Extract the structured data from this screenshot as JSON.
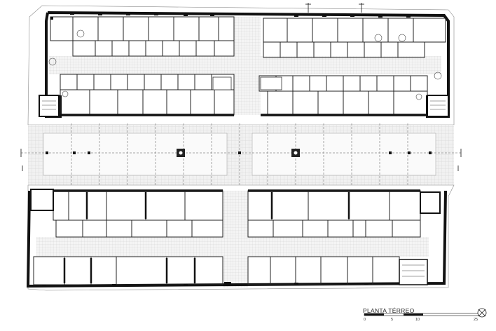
{
  "title": "PLANTA TÉRREO",
  "scale": {
    "ticks": [
      "0",
      "5",
      "10",
      "25"
    ]
  },
  "colors": {
    "wall": "#111111",
    "line": "#222222",
    "paving": "#e3e3e3",
    "grid": "#cfcfcf",
    "background": "#ffffff"
  },
  "icons": [
    "north-arrow-icon",
    "tree-icon",
    "stair-icon",
    "column-icon"
  ]
}
